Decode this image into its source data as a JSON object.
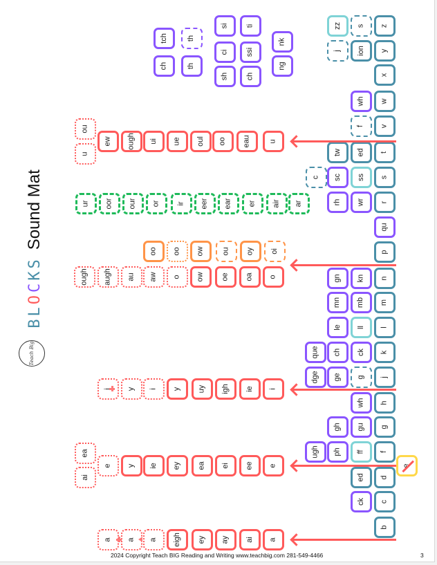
{
  "title": {
    "letters": [
      "B",
      "L",
      "O",
      "C",
      "K",
      "S"
    ],
    "letter_colors": [
      "#4a8fa8",
      "#4a8fa8",
      "#ff5a5a",
      "#8a55ff",
      "#4a8fa8",
      "#4a8fa8"
    ],
    "subtitle": "Sound Mat"
  },
  "logo_text": "Teach Big",
  "consonant_tiles": [
    "z",
    "y",
    "x",
    "w",
    "v",
    "t",
    "s",
    "r",
    "qu",
    "p",
    "n",
    "m",
    "l",
    "k",
    "j",
    "h",
    "g",
    "f",
    "d",
    "c",
    "b",
    "s",
    "ion",
    "wh",
    "f",
    "ed",
    "ss",
    "wr",
    "kn",
    "mb",
    "ll",
    "ck",
    "g",
    "wh",
    "gu",
    "ff",
    "ed",
    "ck",
    "zz",
    "j",
    "tw",
    "sc",
    "rh",
    "gn",
    "mn",
    "le",
    "ch",
    "ge",
    "gh",
    "ph",
    "c",
    "que",
    "dge",
    "ugh"
  ],
  "digraph_tiles": [
    "tch",
    "th",
    "ch",
    "th",
    "si",
    "ti",
    "ci",
    "ssi",
    "sh",
    "ch",
    "nk",
    "ng"
  ],
  "u_row": [
    "u",
    "eau",
    "oo",
    "oul",
    "ue",
    "ui",
    "ough",
    "ew",
    "ou",
    "u"
  ],
  "r_controlled_row": [
    "ar",
    "air",
    "er",
    "ear",
    "eer",
    "ir",
    "or",
    "our",
    "oor",
    "ur"
  ],
  "diphthong_row": [
    "oi",
    "oy",
    "ou",
    "ow",
    "oo",
    "oo"
  ],
  "o_row": [
    "o",
    "oa",
    "oe",
    "ow",
    "o",
    "aw",
    "au",
    "augh",
    "ough"
  ],
  "i_row": [
    "i",
    "ie",
    "igh",
    "uy",
    "y",
    "i",
    "y",
    "i"
  ],
  "e_row": [
    "e",
    "ee",
    "ei",
    "ea",
    "ey",
    "ie",
    "y",
    "e",
    "ai",
    "ea"
  ],
  "a_row": [
    "a",
    "ai",
    "ay",
    "ey",
    "eigh",
    "a",
    "a",
    "a"
  ],
  "silent_e_tile": "e",
  "footer": "2024 Copyright Teach BIG Reading and Writing  www.teachbig.com  281-549-4466",
  "page_number": "3",
  "colors": {
    "teal": "#4a8fa8",
    "light_teal": "#7fd3d6",
    "purple": "#8a55ff",
    "red": "#ff5a5a",
    "orange": "#ff9448",
    "green": "#1fba5a",
    "yellow": "#ffd84a"
  }
}
